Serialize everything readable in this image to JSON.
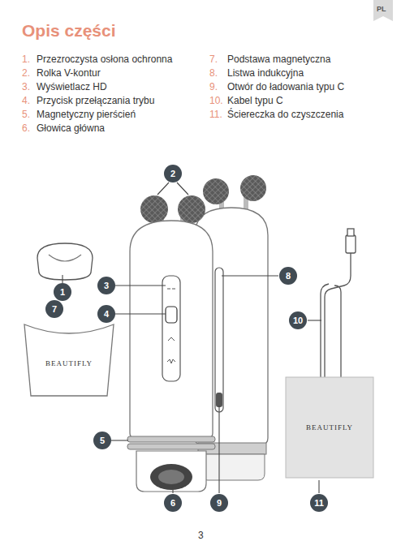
{
  "diagram": {
    "title": "Opis części",
    "nodes": [
      {
        "text": [
          "1"
        ]
      },
      {
        "text": [
          "2"
        ]
      },
      {
        "text": [
          "3"
        ]
      },
      {
        "text": [
          "4"
        ]
      },
      {
        "text": [
          "5"
        ]
      },
      {
        "text": [
          "6"
        ]
      },
      {
        "text": [
          "7"
        ]
      },
      {
        "text": [
          "8"
        ]
      },
      {
        "text": [
          "9"
        ]
      },
      {
        "text": [
          "10"
        ]
      },
      {
        "text": [
          "11"
        ]
      }
    ],
    "labels": [
      "PL",
      "1.",
      "Przezroczysta osłona ochronna",
      "2.",
      "Rolka V-kontur",
      "3.",
      "Wyświetlacz HD",
      "4.",
      "Przycisk przełączania trybu",
      "5.",
      "Magnetyczny pierścień",
      "6.",
      "Głowica główna",
      "7.",
      "Podstawa magnetyczna",
      "8.",
      "Listwa indukcyjna",
      "9.",
      "Otwór do ładowania typu C",
      "10.",
      "Kabel typu C",
      "11.",
      "Ściereczka do czyszczenia",
      "BEAUTIFLY",
      "BEAUTIFLY",
      "3"
    ]
  }
}
